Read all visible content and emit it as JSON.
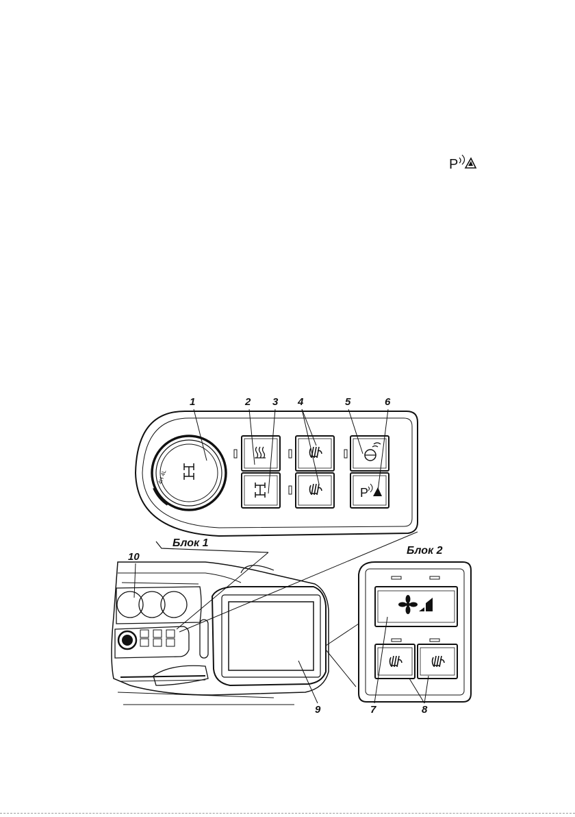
{
  "top_symbol": {
    "icon": "park-assist-icon",
    "text": "P"
  },
  "blocks": [
    {
      "id": "block1",
      "label": "Блок 1"
    },
    {
      "id": "block2",
      "label": "Блок 2"
    }
  ],
  "dial_text": "4H 4L",
  "callouts": [
    "1",
    "2",
    "3",
    "4",
    "5",
    "6",
    "7",
    "8",
    "9",
    "10"
  ],
  "buttons_block1": [
    {
      "icon": "rear-window-heater-icon"
    },
    {
      "icon": "seat-heater-icon"
    },
    {
      "icon": "headlamp-washer-icon"
    },
    {
      "icon": "differential-lock-icon"
    },
    {
      "icon": "seat-heater-icon"
    },
    {
      "icon": "park-assist-icon",
      "text": "P"
    }
  ],
  "buttons_block2": [
    {
      "icon": "fan-speed-icon"
    },
    {
      "icon": "seat-heater-icon"
    },
    {
      "icon": "seat-heater-icon"
    }
  ]
}
